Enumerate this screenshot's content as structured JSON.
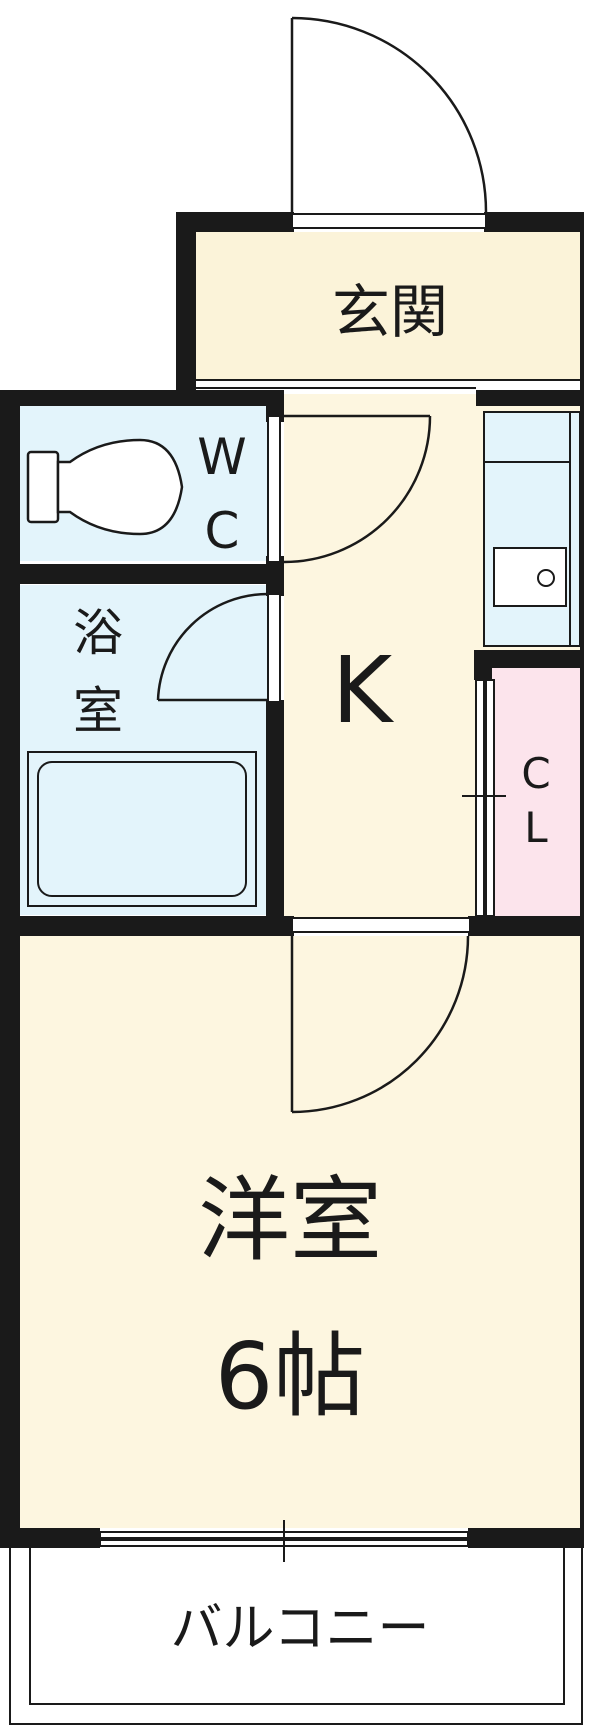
{
  "rooms": {
    "entrance": {
      "label": "玄関",
      "color": "#fbf3d9"
    },
    "wc": {
      "label_w": "W",
      "label_c": "C",
      "color": "#e3f4fb"
    },
    "bath": {
      "label_top": "浴",
      "label_bottom": "室",
      "color": "#e3f4fb"
    },
    "kitchen": {
      "label": "K",
      "color": "#fdf6e0"
    },
    "closet": {
      "label_c": "C",
      "label_l": "L",
      "color": "#fce4ec"
    },
    "western_room": {
      "label": "洋室",
      "size_label": "6帖",
      "color": "#fdf6e0"
    },
    "balcony": {
      "label": "バルコニー",
      "color": "#ffffff"
    }
  },
  "colors": {
    "wall": "#1a1a1a",
    "line": "#1a1a1a"
  }
}
